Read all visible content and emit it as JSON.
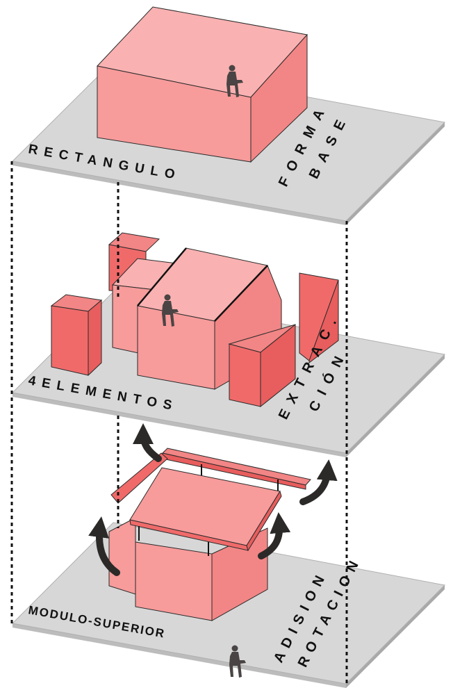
{
  "colors": {
    "plate_top": "#d7d7d7",
    "plate_side": "#bcbcbc",
    "block_front": "#f79b9b",
    "block_side": "#f28585",
    "block_top": "#f9b1b1",
    "element_dark": "#f06a6a",
    "edge": "#2a2a2a",
    "figure": "#4a4444",
    "arrow": "#2b2a28"
  },
  "levels": [
    {
      "id": "top",
      "label_left": "RECTANGULO",
      "label_right_line1": "FORMA",
      "label_right_line2": "BASE"
    },
    {
      "id": "middle",
      "label_left": "4ELEMENTOS",
      "label_right_line1": "EXTRAC.",
      "label_right_line2": "CIÓN"
    },
    {
      "id": "bottom",
      "label_left": "MODULO-SUPERIOR",
      "label_right_line1": "ADISION",
      "label_right_line2": "ROTACION"
    }
  ],
  "icons": [
    "seated-person-icon",
    "curved-arrow-icon"
  ]
}
